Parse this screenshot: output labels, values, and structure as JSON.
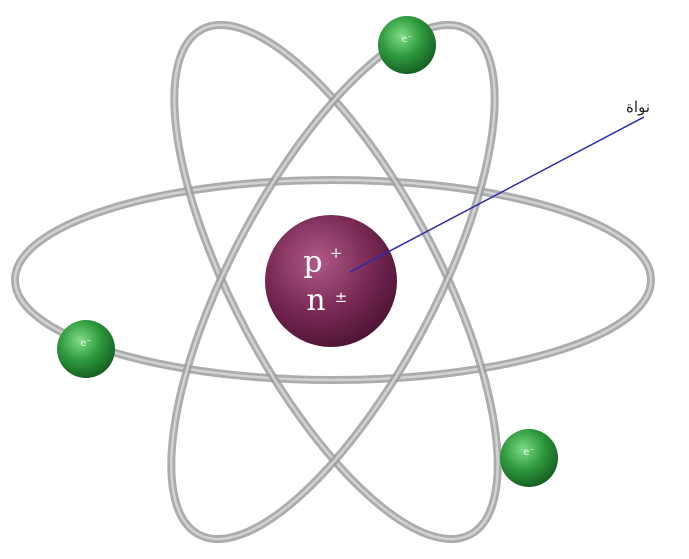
{
  "nucleus": {
    "line1_symbol": "p",
    "line1_sup": "+",
    "line2_symbol": "n",
    "line2_sup": "±",
    "color": "#7a2a55"
  },
  "callout": {
    "label": "نواة",
    "line_color": "#2b2bb0"
  },
  "electrons": [
    {
      "label": "e⁻"
    },
    {
      "label": "e⁻"
    },
    {
      "label": "e⁻"
    }
  ],
  "colors": {
    "orbit": "#a8a8a8",
    "electron": "#2f9a3e"
  }
}
